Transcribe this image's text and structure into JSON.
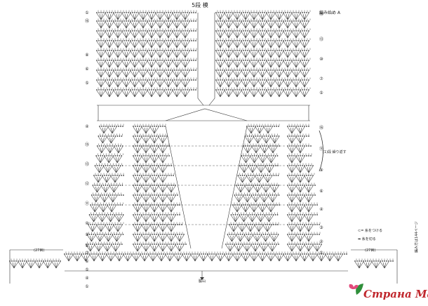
{
  "header": {
    "size_label": "5段 模"
  },
  "labels": {
    "top_right": "編み始め A",
    "repeat": "(1)段 繰り返す",
    "left_count": "(27目)",
    "right_count": "(27目)",
    "center_bottom": "脇山",
    "legend_join": "⊂= 糸をつける",
    "legend_cut": "➡ 糸を切る",
    "vertical_note": "編み方は144ページ"
  },
  "row_markers_left": [
    "①",
    "⑯",
    "⑧",
    "⑥",
    "⑤",
    "④",
    "⑮",
    "⑬",
    "⑫",
    "⑪",
    "⑩",
    "⑨",
    "⑧",
    "⑦",
    "⑥",
    "⑤",
    "④",
    "①"
  ],
  "row_markers_right": [
    "⑯",
    "⑬",
    "⑩",
    "⑦",
    "⑤",
    "⑯",
    "⑪",
    "⑨",
    "⑥",
    "④",
    "③",
    "②",
    "①"
  ],
  "watermark": {
    "text": "Страна Мам",
    "color": "#c0272d"
  },
  "colors": {
    "ink": "#333333",
    "background": "#ffffff"
  }
}
